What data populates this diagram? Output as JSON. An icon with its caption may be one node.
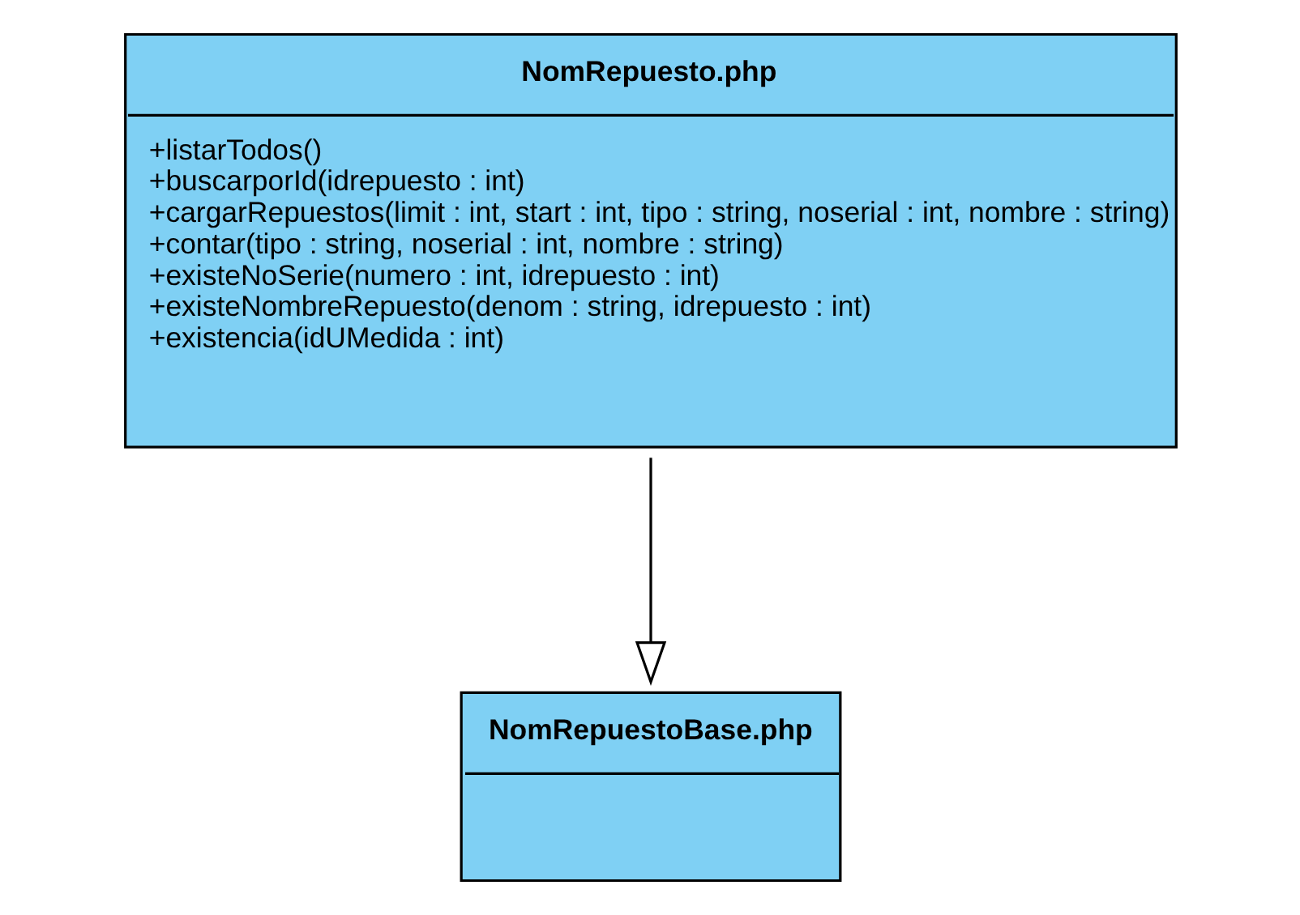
{
  "diagram": {
    "nodes": [
      {
        "text": [
          "NomRepuesto.php",
          "+listarTodos()",
          "+buscarporId(idrepuesto : int)",
          "+cargarRepuestos(limit : int, start : int, tipo : string, noserial : int, nombre : string)",
          "+contar(tipo : string, noserial : int, nombre : string)",
          "+existeNoSerie(numero : int, idrepuesto : int)",
          "+existeNombreRepuesto(denom : string, idrepuesto : int)",
          "+existencia(idUMedida : int)"
        ]
      },
      {
        "text": [
          "NomRepuestoBase.php"
        ]
      }
    ],
    "edges": [
      {
        "from": 0,
        "to": 1,
        "arrow": "to"
      }
    ]
  }
}
